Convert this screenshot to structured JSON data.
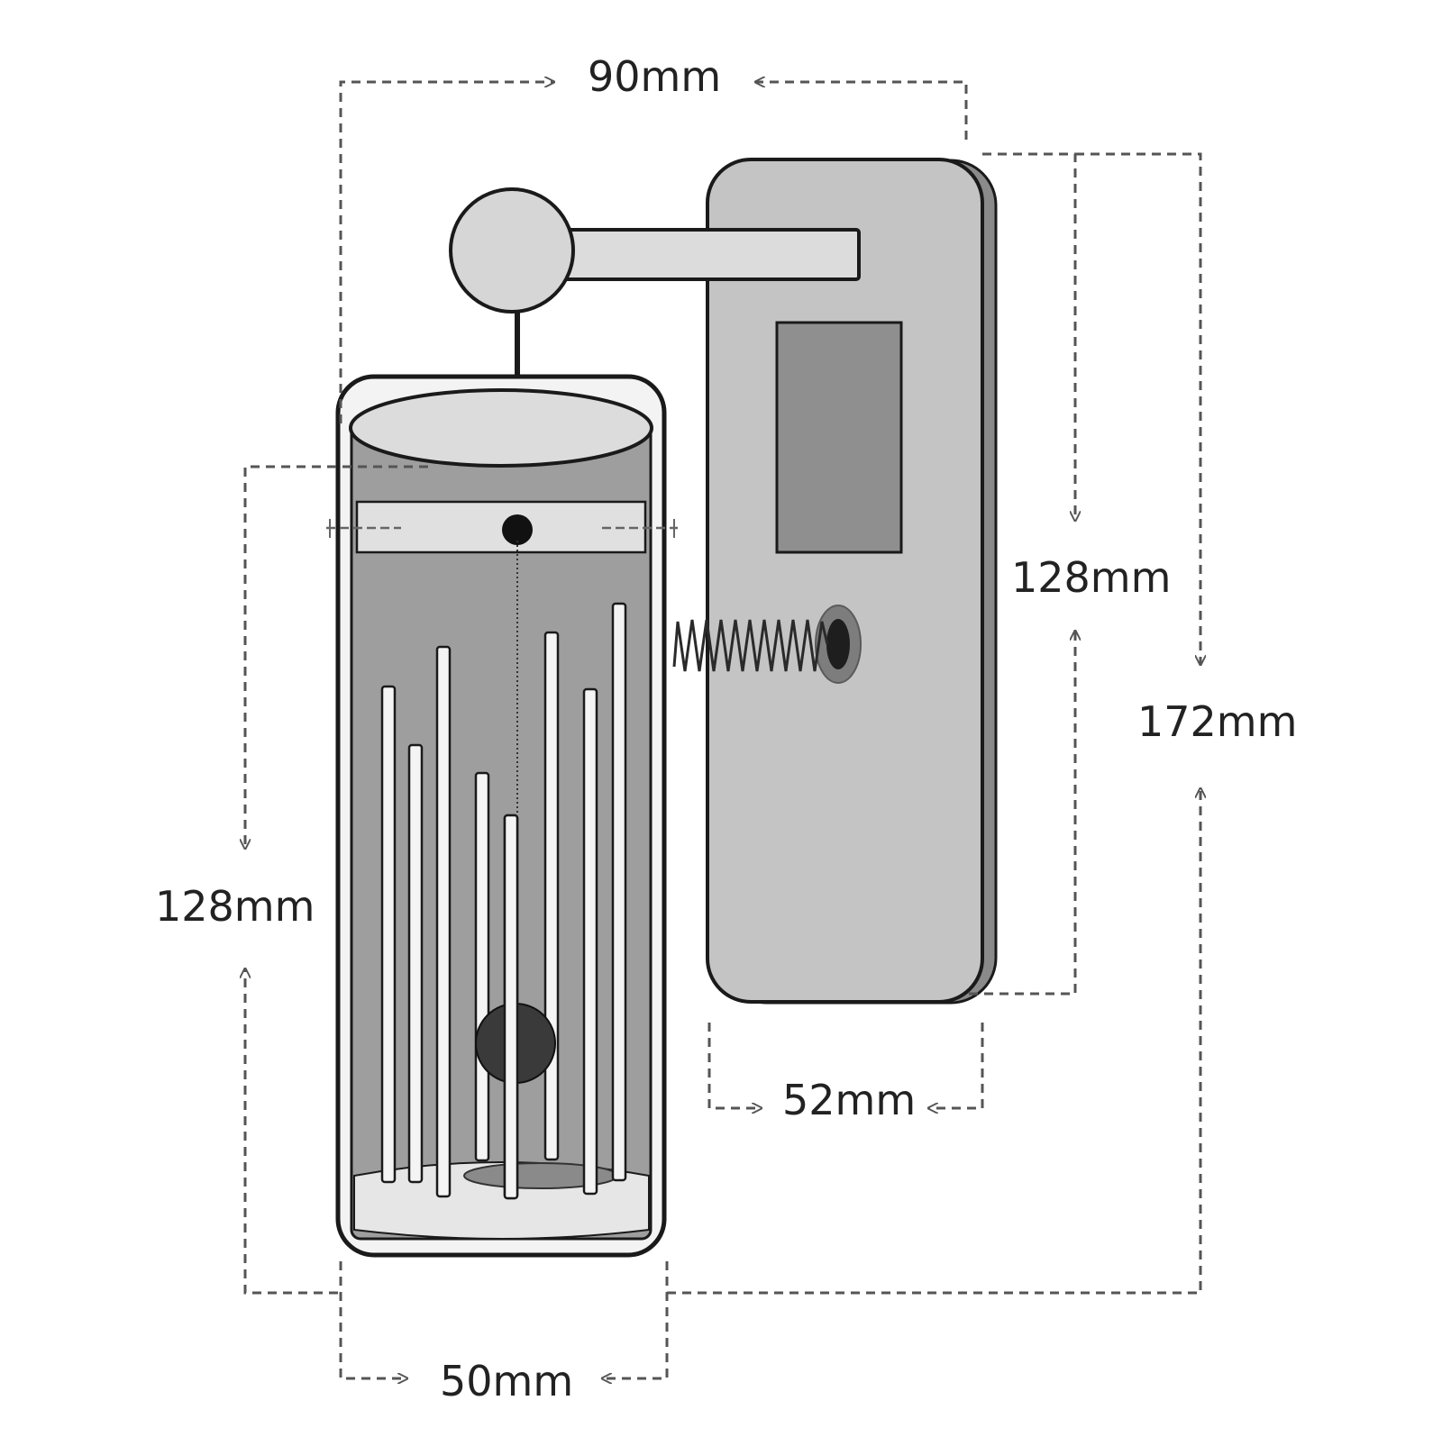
{
  "dimensions": {
    "overall_width": "90mm",
    "device_height": "128mm",
    "overall_height": "172mm",
    "cylinder_height": "128mm",
    "device_width": "52mm",
    "cylinder_diameter": "50mm"
  },
  "colors": {
    "outline": "#1a1a1a",
    "device_body": "#c4c4c4",
    "device_back": "#8a8a8a",
    "screen": "#8f8f8f",
    "cylinder_inner": "#9e9e9e",
    "cylinder_light": "#dcdcdc",
    "rods": "#f4f4f4",
    "dimension_line": "#555555"
  }
}
